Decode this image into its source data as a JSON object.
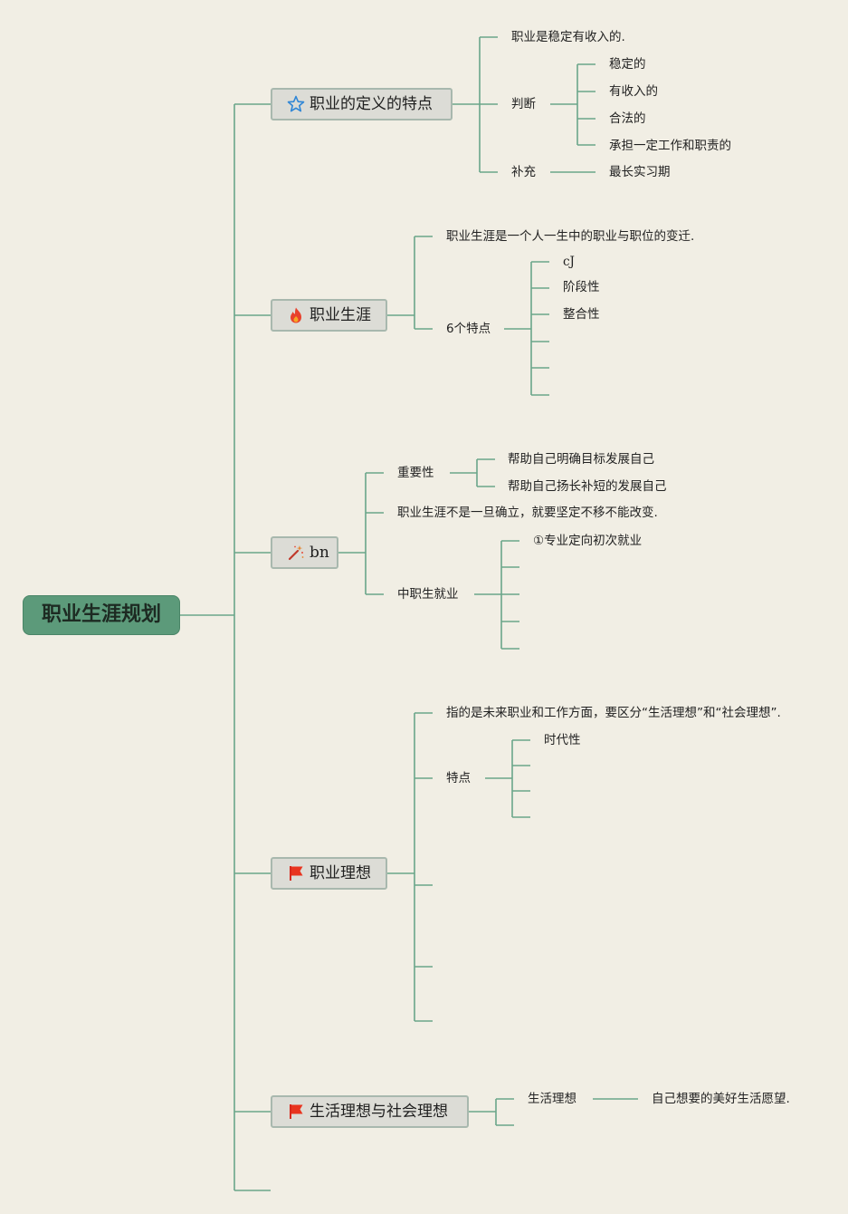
{
  "root": {
    "title": "职业生涯规划"
  },
  "colors": {
    "line": "#6aa58a",
    "root_fill": "#5c9a7a",
    "node_fill": "#dcdcd6",
    "node_border": "#a8b8ae",
    "background": "#f1eee4"
  },
  "branches": [
    {
      "label": "职业的定义的特点",
      "icon": "star-icon",
      "children": {
        "definition": "职业是稳定有收入的.",
        "judge": {
          "label": "判断",
          "items": [
            "稳定的",
            "有收入的",
            "合法的",
            "承担一定工作和职责的"
          ]
        },
        "supplement": {
          "label": "补充",
          "item": "最长实习期"
        }
      }
    },
    {
      "label": "职业生涯",
      "icon": "fire-icon",
      "children": {
        "definition": "职业生涯是一个人一生中的职业与职位的变迁.",
        "features": {
          "label": "6个特点",
          "items": [
            "cJ",
            "阶段性",
            "整合性",
            "",
            "",
            ""
          ]
        }
      }
    },
    {
      "label": "bn",
      "icon": "magic-wand-icon",
      "children": {
        "importance": {
          "label": "重要性",
          "items": [
            "帮助自己明确目标发展自己",
            "帮助自己扬长补短的发展自己"
          ]
        },
        "statement": "职业生涯不是一旦确立，就要坚定不移不能改变.",
        "employment": {
          "label": "中职生就业",
          "items": [
            "①专业定向初次就业",
            "",
            "",
            "",
            ""
          ]
        }
      }
    },
    {
      "label": "职业理想",
      "icon": "flag-icon",
      "children": {
        "definition": "指的是未来职业和工作方面，要区分“生活理想”和“社会理想”.",
        "features": {
          "label": "特点",
          "items": [
            "时代性",
            "",
            "",
            ""
          ]
        }
      }
    },
    {
      "label": "生活理想与社会理想",
      "icon": "flag-icon",
      "children": {
        "life": {
          "label": "生活理想",
          "item": "自己想要的美好生活愿望."
        }
      }
    }
  ]
}
